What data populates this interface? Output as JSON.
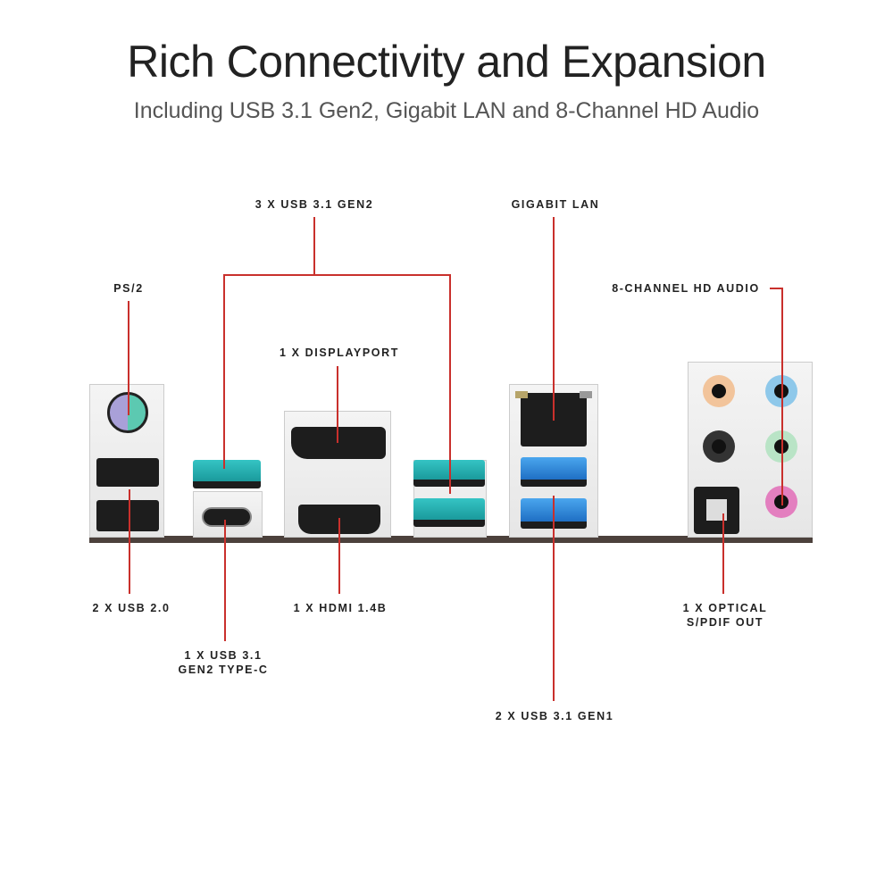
{
  "header": {
    "title": "Rich Connectivity and Expansion",
    "subtitle": "Including USB 3.1 Gen2, Gigabit LAN and 8-Channel HD Audio"
  },
  "labels": {
    "usb31_gen2": "3 X USB 3.1 GEN2",
    "gigabit_lan": "GIGABIT LAN",
    "ps2": "PS/2",
    "hd_audio": "8-CHANNEL HD AUDIO",
    "displayport": "1 X DISPLAYPORT",
    "usb20": "2 X USB 2.0",
    "hdmi": "1 X HDMI 1.4B",
    "typec_line1": "1 X USB 3.1",
    "typec_line2": "GEN2 TYPE-C",
    "usb31_gen1": "2 X USB 3.1 GEN1",
    "optical_line1": "1 X OPTICAL",
    "optical_line2": "S/PDIF OUT"
  },
  "colors": {
    "leader_line": "#c9302c",
    "usb_gen2": "#1fb3b5",
    "usb_gen1": "#2f86dd",
    "audio_orange": "#f2c49b",
    "audio_blue": "#8ec8ea",
    "audio_green": "#b9e4c6",
    "audio_pink": "#e37fbf",
    "ps2_purple": "#a9a0d8",
    "ps2_green": "#5cc9b1"
  }
}
